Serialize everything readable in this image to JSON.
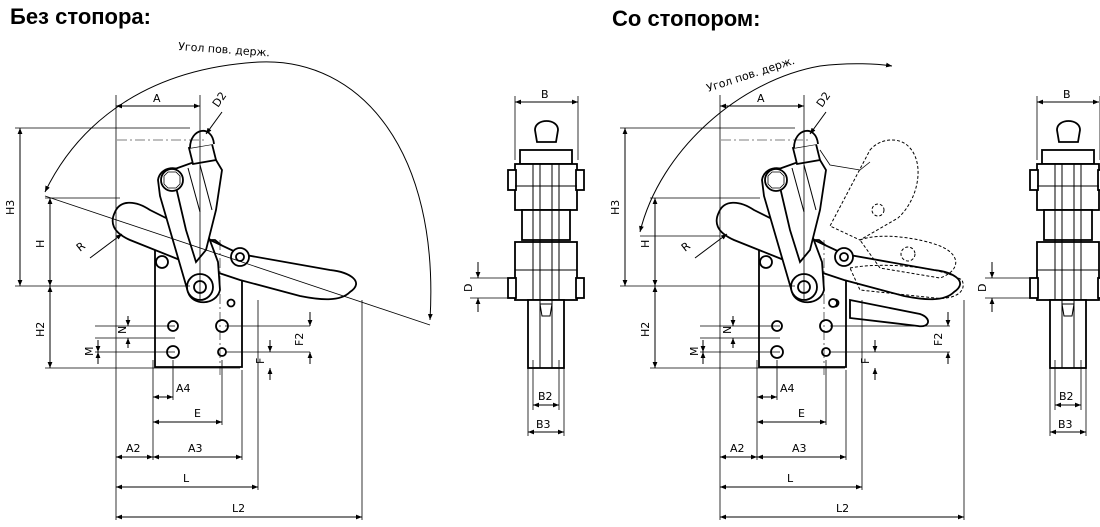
{
  "headings": {
    "left": "Без стопора:",
    "right": "Со стопором:"
  },
  "arc_label": "Угол пов. держ.",
  "dims": {
    "A": "A",
    "D2": "D2",
    "H3": "H3",
    "H": "H",
    "R": "R",
    "H2": "H2",
    "N": "N",
    "M": "M",
    "F2": "F2",
    "F": "F",
    "A4": "A4",
    "E": "E",
    "A2": "A2",
    "A3": "A3",
    "L": "L",
    "L2": "L2",
    "B": "B",
    "D": "D",
    "B2": "B2",
    "B3": "B3"
  }
}
